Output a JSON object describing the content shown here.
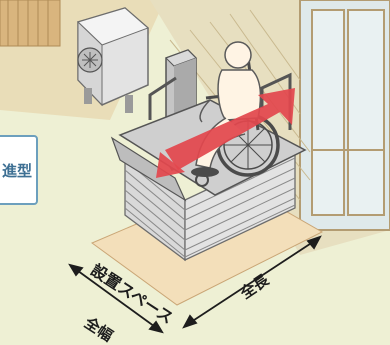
{
  "labels": {
    "type_tab": "進型",
    "install_space": "設置スペース",
    "full_width": "全幅",
    "full_length": "全長"
  },
  "colors": {
    "background": "#eef3f6",
    "ground": "#f1f2d6",
    "wall": "#e8d9b0",
    "install_space": "#f3dfba",
    "arrow": "#e2474d",
    "tab_border": "#6c9fbd",
    "tab_text": "#3d6f93"
  },
  "icons": [
    "air-conditioner-icon",
    "wheelchair-user-icon",
    "stair-lift-icon"
  ]
}
